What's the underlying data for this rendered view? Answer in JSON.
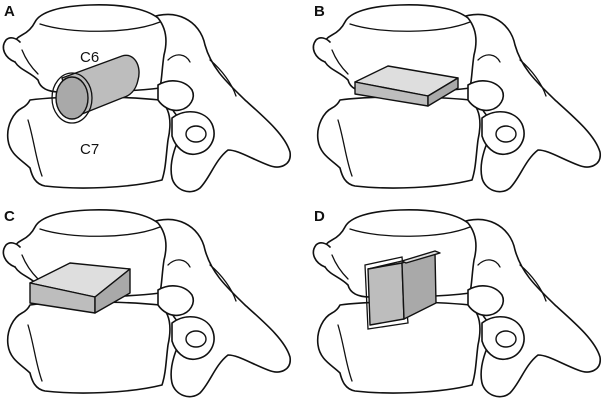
{
  "panels": [
    {
      "letter": "A",
      "implant": "cylinder",
      "labels": [
        "C6",
        "C7"
      ]
    },
    {
      "letter": "B",
      "implant": "flat-box",
      "labels": []
    },
    {
      "letter": "C",
      "implant": "box-wedge",
      "labels": []
    },
    {
      "letter": "D",
      "implant": "cage-with-graft",
      "labels": []
    }
  ],
  "colors": {
    "line": "#111111",
    "bone": "#ffffff",
    "implant_fill": "#c8c8c8",
    "implant_shade": "#a9a9a9",
    "implant_light": "#dedede"
  }
}
